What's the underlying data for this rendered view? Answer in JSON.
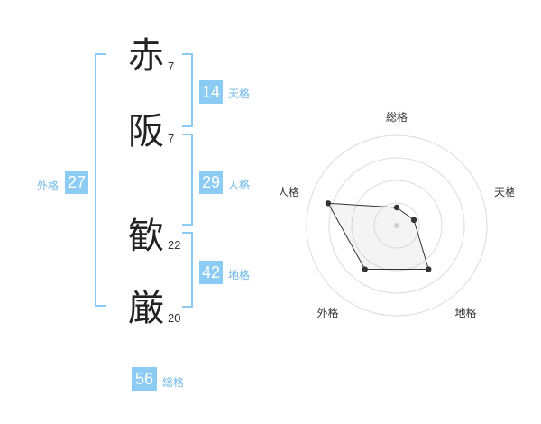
{
  "name_characters": [
    {
      "char": "赤",
      "strokes": "7"
    },
    {
      "char": "阪",
      "strokes": "7"
    },
    {
      "char": "歓",
      "strokes": "22"
    },
    {
      "char": "厳",
      "strokes": "20"
    }
  ],
  "fortune": {
    "tenkaku": {
      "value": "14",
      "label": "天格"
    },
    "jinkaku": {
      "value": "29",
      "label": "人格"
    },
    "chikaku": {
      "value": "42",
      "label": "地格"
    },
    "gaikaku": {
      "value": "27",
      "label": "外格"
    },
    "soukaku": {
      "value": "56",
      "label": "総格"
    }
  },
  "colors": {
    "accent": "#8ccbf3",
    "bracket": "#8ccbf3"
  },
  "chart_data": {
    "type": "radar",
    "axes": [
      "総格",
      "天格",
      "地格",
      "外格",
      "人格"
    ],
    "values": [
      1,
      1,
      3,
      3,
      4
    ],
    "max": 5,
    "rings": 4,
    "grid": true
  }
}
